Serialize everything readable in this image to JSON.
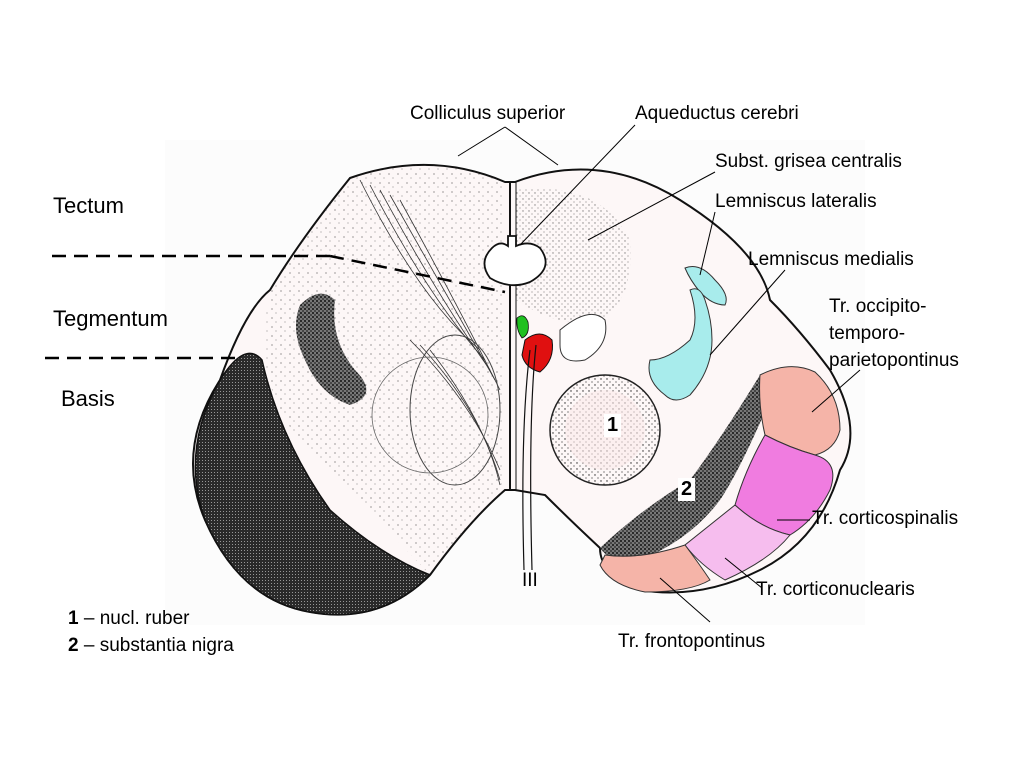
{
  "labels": {
    "colliculus_superior": "Colliculus superior",
    "aqueductus_cerebri": "Aqueductus cerebri",
    "subst_grisea": "Subst. grisea centralis",
    "lemniscus_lateralis": "Lemniscus lateralis",
    "lemniscus_medialis": "Lemniscus medialis",
    "tr_occipito_1": "Tr. occipito-",
    "tr_occipito_2": "temporo-",
    "tr_occipito_3": "parietopontinus",
    "tr_corticospinalis": "Tr. corticospinalis",
    "tr_corticonuclearis": "Tr. corticonuclearis",
    "tr_frontopontinus": "Tr. frontopontinus",
    "nerve_iii": "III",
    "tectum": "Tectum",
    "tegmentum": "Tegmentum",
    "basis": "Basis",
    "marker_1": "1",
    "marker_2": "2"
  },
  "legend": [
    {
      "num": "1",
      "text": " – nucl. ruber"
    },
    {
      "num": "2",
      "text": " – substantia nigra"
    }
  ],
  "colors": {
    "cyan": "#a8ecec",
    "salmon": "#f5b4a8",
    "magenta": "#f07ce0",
    "light_pink": "#f6bdee",
    "red": "#e01010",
    "green": "#20c020",
    "stipple": "#111111"
  }
}
